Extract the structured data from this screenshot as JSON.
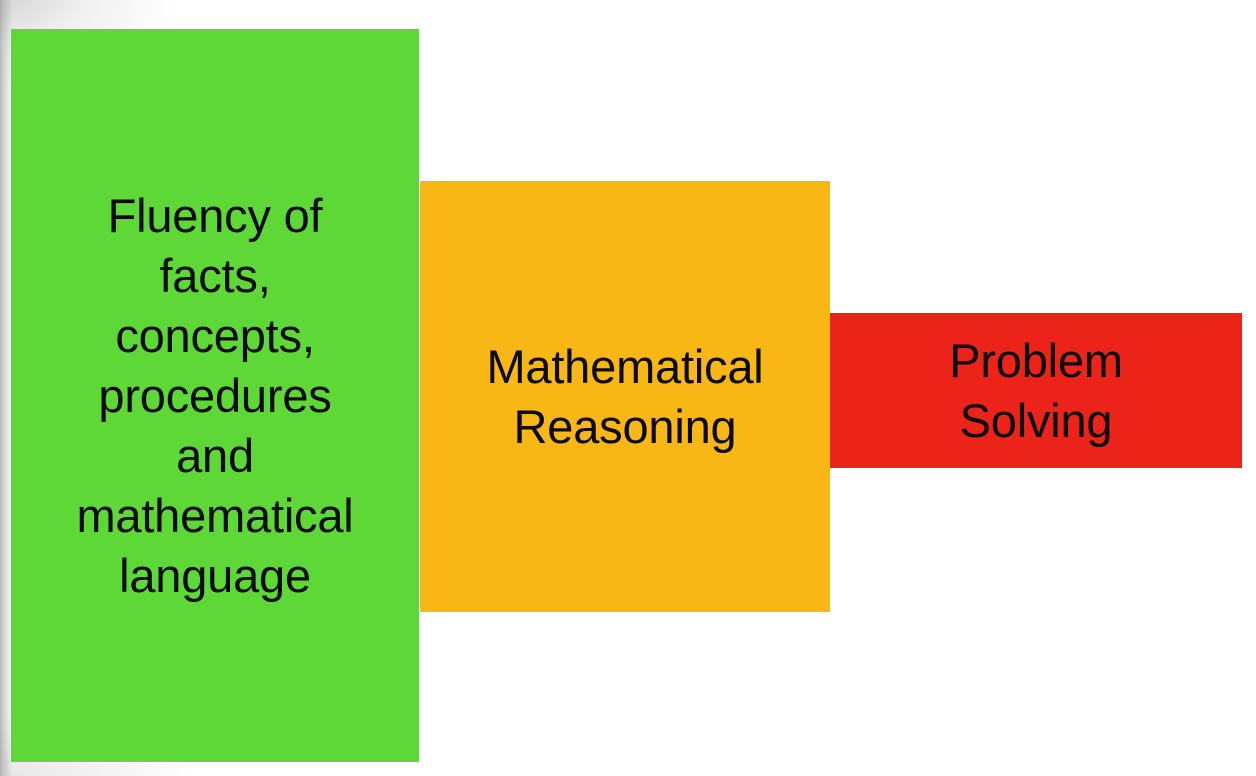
{
  "diagram": {
    "type": "overlapping-blocks",
    "background_color": "#ffffff",
    "blocks": [
      {
        "id": "fluency",
        "label": "Fluency of\nfacts,\nconcepts,\nprocedures\nand\nmathematical\nlanguage",
        "lines": [
          "Fluency of",
          "facts,",
          "concepts,",
          "procedures",
          "and",
          "mathematical",
          "language"
        ],
        "color": "#5DD836",
        "text_color": "#0a0a0a"
      },
      {
        "id": "reasoning",
        "label": "Mathematical\nReasoning",
        "lines": [
          "Mathematical",
          "Reasoning"
        ],
        "color": "#F9B715",
        "text_color": "#0a0a0a"
      },
      {
        "id": "problem-solving",
        "label": "Problem\nSolving",
        "lines": [
          "Problem",
          "Solving"
        ],
        "color": "#EC2318",
        "text_color": "#0a0a0a"
      }
    ]
  }
}
